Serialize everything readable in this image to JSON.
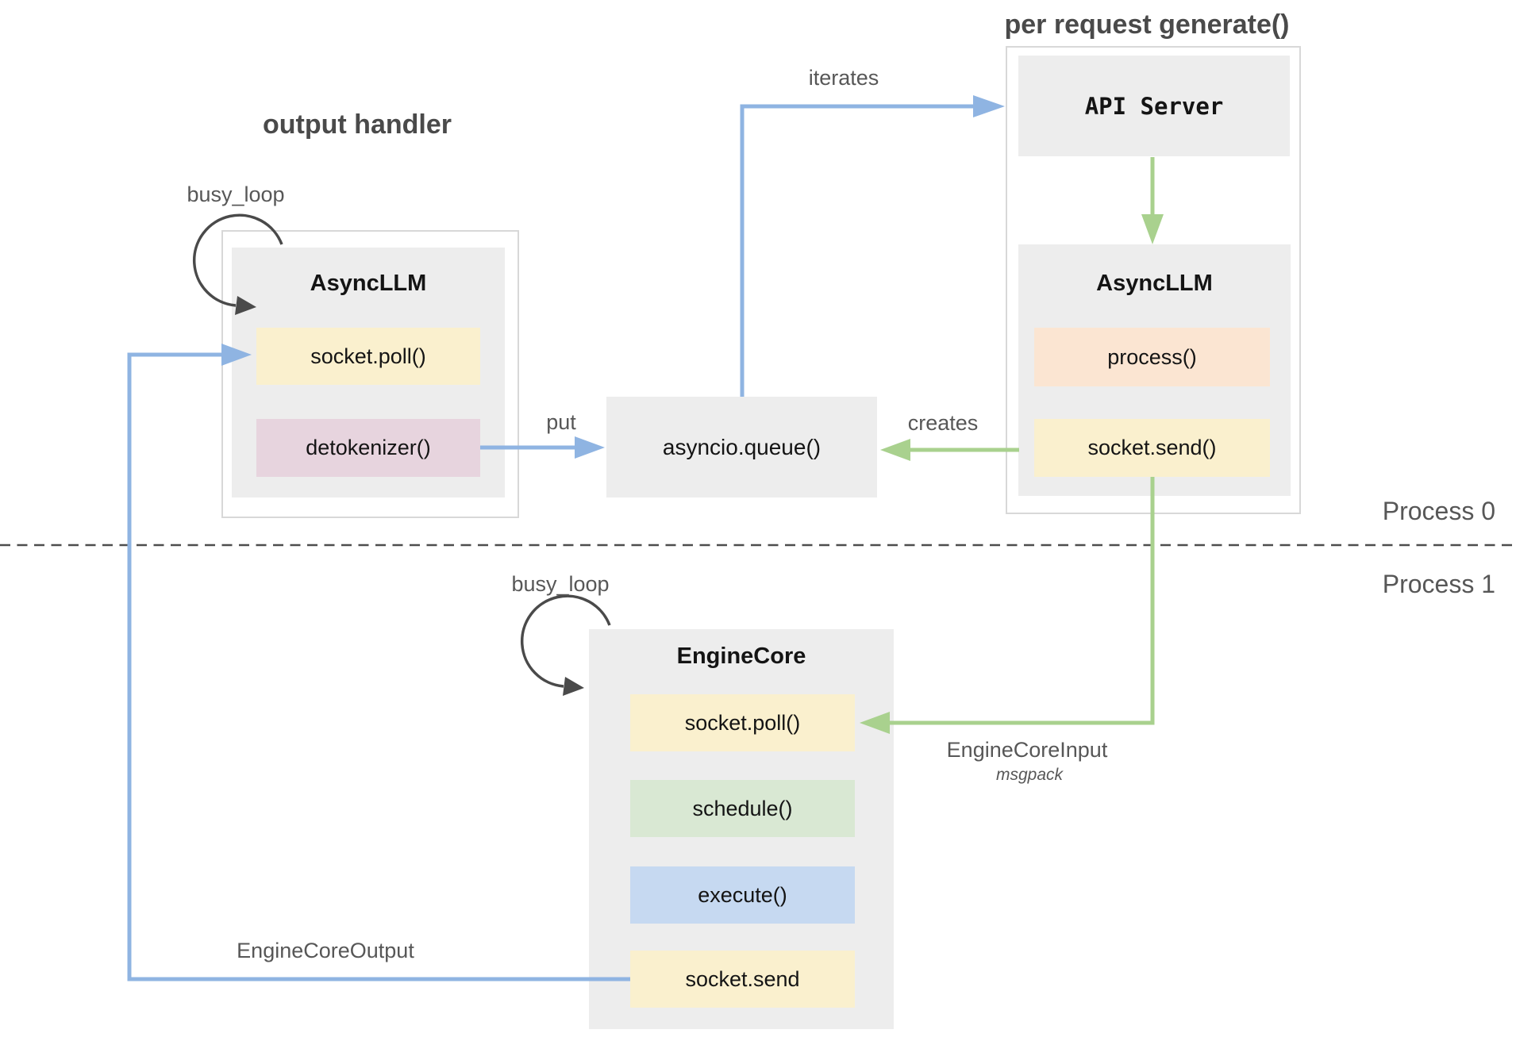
{
  "titles": {
    "output_handler": "output handler",
    "per_request_generate": "per request generate()"
  },
  "process_labels": {
    "process0": "Process 0",
    "process1": "Process 1"
  },
  "output_handler_group": {
    "busy_loop": "busy_loop",
    "asyncllm": {
      "title": "AsyncLLM",
      "row1": "socket.poll()",
      "row2": "detokenizer()"
    }
  },
  "generate_group": {
    "api_server": "API Server",
    "asyncllm": {
      "title": "AsyncLLM",
      "row1": "process()",
      "row2": "socket.send()"
    }
  },
  "queue": {
    "label": "asyncio.queue()"
  },
  "engine_core": {
    "busy_loop": "busy_loop",
    "title": "EngineCore",
    "row1": "socket.poll()",
    "row2": "schedule()",
    "row3": "execute()",
    "row4": "socket.send"
  },
  "edges": {
    "iterates": "iterates",
    "put": "put",
    "creates": "creates",
    "input_label": "EngineCoreInput",
    "input_sub": "msgpack",
    "output_label": "EngineCoreOutput"
  },
  "colors": {
    "blue_arrow": "#8FB4E2",
    "green_arrow": "#A9D18E",
    "box_gray": "#EDEDED",
    "box_yellow": "#FAF0CE",
    "box_pink": "#E7D4DE",
    "box_peach": "#FBE5D2",
    "box_green": "#D9E8D3",
    "box_blue": "#C6D9F1",
    "container_border": "#D8D8D8",
    "label_gray": "#575757",
    "loop_arrow_dark": "#4A4A4A",
    "divider_dark": "#4D4D4D",
    "text_black": "#141414"
  }
}
